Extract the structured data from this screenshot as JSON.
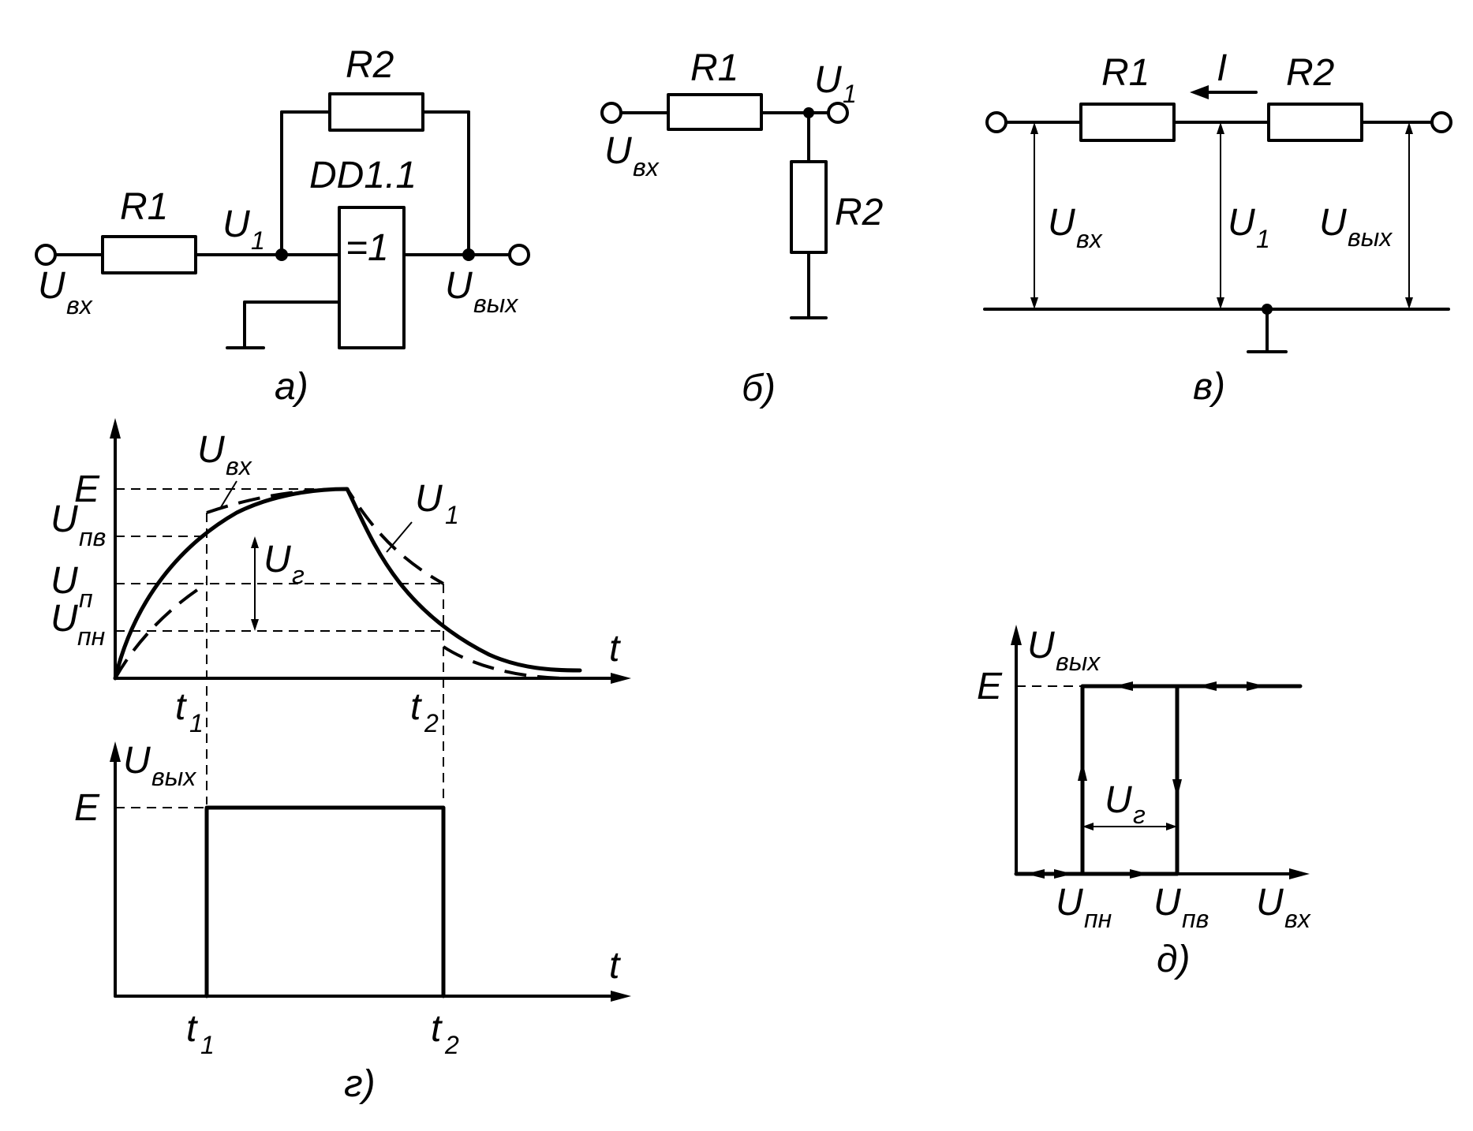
{
  "panel_a": {
    "r1": "R1",
    "r2": "R2",
    "chip": "DD1.1",
    "gate": "=1",
    "u1": "U",
    "u1_sub": "1",
    "uin": "U",
    "uin_sub": "вх",
    "uout": "U",
    "uout_sub": "вых",
    "caption": "а)"
  },
  "panel_b": {
    "r1": "R1",
    "r2": "R2",
    "u1": "U",
    "u1_sub": "1",
    "uin": "U",
    "uin_sub": "вх",
    "caption": "б)"
  },
  "panel_c": {
    "r1": "R1",
    "r2": "R2",
    "current": "I",
    "uin": "U",
    "uin_sub": "вх",
    "u1": "U",
    "u1_sub": "1",
    "uout": "U",
    "uout_sub": "вых",
    "caption": "в)"
  },
  "panel_g": {
    "top": {
      "e": "E",
      "upv": "U",
      "upv_sub": "пв",
      "up": "U",
      "up_sub": "п",
      "upn": "U",
      "upn_sub": "пн",
      "ug": "U",
      "ug_sub": "г",
      "uin": "U",
      "uin_sub": "вх",
      "u1": "U",
      "u1_sub": "1",
      "t": "t",
      "t1": "t",
      "t1_sub": "1",
      "t2": "t",
      "t2_sub": "2"
    },
    "bottom": {
      "uout": "U",
      "uout_sub": "вых",
      "e": "E",
      "t": "t",
      "t1": "t",
      "t1_sub": "1",
      "t2": "t",
      "t2_sub": "2"
    },
    "caption": "г)"
  },
  "panel_d": {
    "uout": "U",
    "uout_sub": "вых",
    "e": "E",
    "ug": "U",
    "ug_sub": "г",
    "upn": "U",
    "upn_sub": "пн",
    "upv": "U",
    "upv_sub": "пв",
    "uin": "U",
    "uin_sub": "вх",
    "caption": "д)"
  }
}
